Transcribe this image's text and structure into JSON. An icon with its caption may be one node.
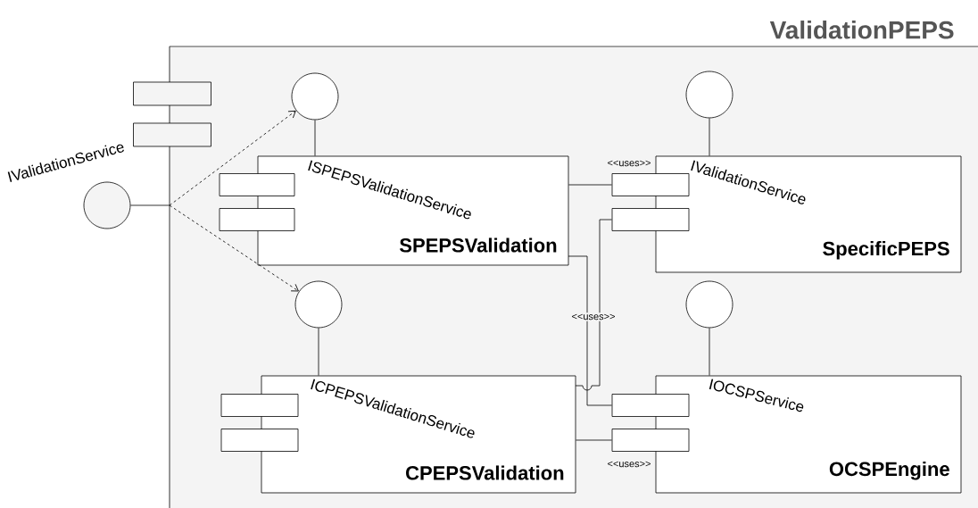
{
  "diagram": {
    "nodes": [
      {
        "text": [
          "ValidationPEPS"
        ]
      },
      {
        "text": [],
        "shape": "box"
      },
      {
        "text": [],
        "shape": "box"
      },
      {
        "text": [],
        "shape": "circle",
        "beside": [
          "IValidationService"
        ]
      },
      {
        "text": [],
        "shape": "circle",
        "in": 0
      },
      {
        "text": [],
        "shape": "circle",
        "in": 0
      },
      {
        "text": [
          "ISPEPSValidationService",
          "SPEPSValidation"
        ],
        "in": 0
      },
      {
        "text": [],
        "shape": "box",
        "in": 0
      },
      {
        "text": [],
        "shape": "box",
        "in": 0
      },
      {
        "text": [
          "IValidationService",
          "SpecificPEPS"
        ],
        "in": 0
      },
      {
        "text": [],
        "shape": "box",
        "in": 0
      },
      {
        "text": [],
        "shape": "box",
        "in": 0
      },
      {
        "text": [],
        "shape": "circle",
        "in": 0
      },
      {
        "text": [],
        "shape": "circle",
        "in": 0
      },
      {
        "text": [
          "ICPEPSValidationService",
          "CPEPSValidation"
        ],
        "in": 0
      },
      {
        "text": [],
        "shape": "box",
        "in": 0
      },
      {
        "text": [],
        "shape": "box",
        "in": 0
      },
      {
        "text": [
          "IOCSPService",
          "OCSPEngine"
        ],
        "in": 0
      },
      {
        "text": [],
        "shape": "box",
        "in": 0
      },
      {
        "text": [],
        "shape": "box",
        "in": 0
      }
    ],
    "edges": [
      {
        "from": 3,
        "to": 4,
        "arrow": "to",
        "style": "dashed"
      },
      {
        "from": 3,
        "to": 12,
        "arrow": "to",
        "style": "dashed"
      },
      {
        "from": 4,
        "to": 6,
        "arrow": "none"
      },
      {
        "from": 5,
        "to": 9,
        "arrow": "none"
      },
      {
        "from": 12,
        "to": 14,
        "arrow": "none"
      },
      {
        "from": 13,
        "to": 17,
        "arrow": "none"
      },
      {
        "from": 6,
        "to": 10,
        "arrow": "none",
        "label": "<<uses>>"
      },
      {
        "from": 6,
        "to": 18,
        "arrow": "none",
        "label": "<<uses>>"
      },
      {
        "from": 14,
        "to": 11,
        "arrow": "none"
      },
      {
        "from": 14,
        "to": 19,
        "arrow": "none",
        "label": "<<uses>>"
      }
    ]
  }
}
